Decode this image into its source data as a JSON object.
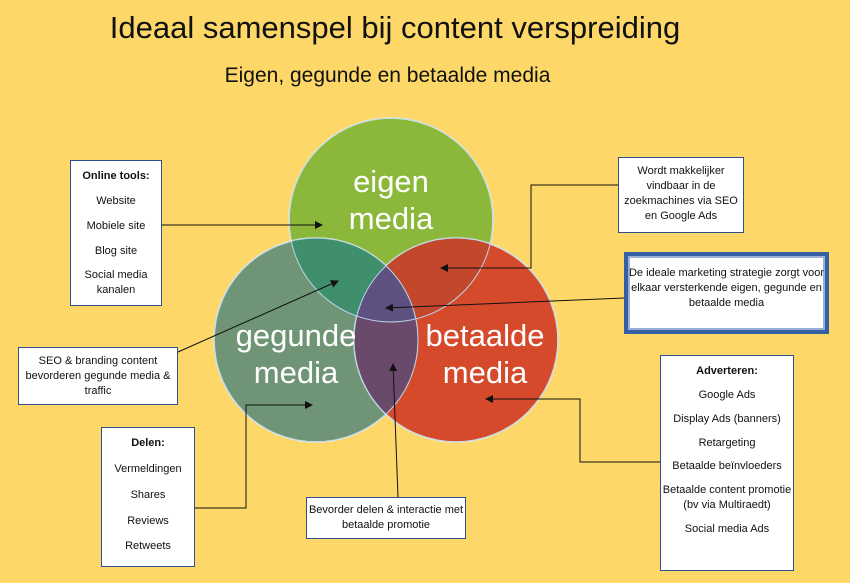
{
  "title": "Ideaal samenspel bij content verspreiding",
  "subtitle": "Eigen, gegunde en betaalde media",
  "circles": {
    "eigen": {
      "line1": "eigen",
      "line2": "media",
      "color": "#8bb83a"
    },
    "gegunde": {
      "line1": "gegunde",
      "line2": "media",
      "color": "#6f9576"
    },
    "betaalde": {
      "line1": "betaalde",
      "line2": "media",
      "color": "#d64a2c"
    }
  },
  "online_tools": {
    "heading": "Online tools:",
    "items": [
      "Website",
      "Mobiele site",
      "Blog site",
      "Social media kanalen"
    ]
  },
  "seo_box": {
    "text": "SEO & branding content bevorderen gegunde media & traffic"
  },
  "delen": {
    "heading": "Delen:",
    "items": [
      "Vermeldingen",
      "Shares",
      "Reviews",
      "Retweets"
    ]
  },
  "promo_box": {
    "text": "Bevorder delen & interactie met betaalde promotie"
  },
  "vindbaar_box": {
    "text": "Wordt makkelijker vindbaar in de zoekmachines via SEO en Google Ads"
  },
  "strategie_box": {
    "text": "De ideale marketing strategie zorgt voor elkaar versterkende eigen, gegunde en betaalde media"
  },
  "adverteren": {
    "heading": "Adverteren:",
    "items": [
      "Google Ads",
      "Display Ads (banners)",
      "Retargeting",
      "Betaalde beïnvloeders",
      "Betaalde content promotie (bv  via Multiraedt)",
      "Social media Ads"
    ]
  }
}
